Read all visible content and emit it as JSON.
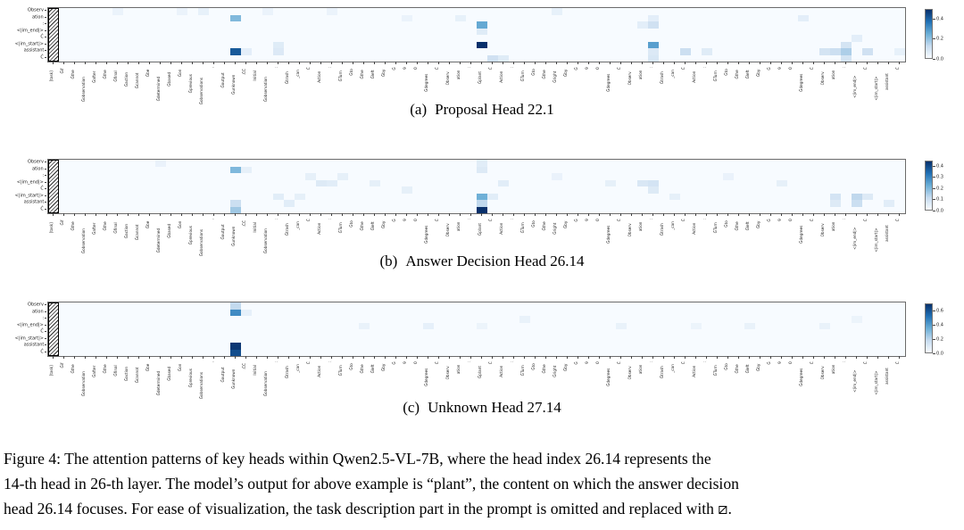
{
  "figure_caption": {
    "lines": [
      "Figure 4: The attention patterns of key heads within Qwen2.5-VL-7B, where the head index 26.14 represents the",
      "14-th head in 26-th layer. The model’s output for above example is “plant”, the content on which the answer decision",
      "head 26.14 focuses. For ease of visualization, the task description part in the prompt is omitted and replaced with ⧄."
    ]
  },
  "axes": {
    "y_labels": [
      "Observ",
      "ation",
      ":",
      "<|im_end|>",
      "Ċ",
      "<|im_start|>",
      "assistant",
      "Ċ"
    ],
    "x_labels": [
      "[task]",
      "Ġif",
      "Ġthe",
      "Ġobservation",
      "Ġafter",
      "Ġthe",
      "Ġfinal",
      "Ġaction",
      "Ġcannot",
      "Ġbe",
      "Ġdetermined",
      "Ġbased",
      "Ġon",
      "Ġprevious",
      "Ġobservations",
      ",",
      "Ġoutput",
      "Ġunknown",
      ".ĊĊ",
      "Initial",
      "Ġobservation",
      ":",
      "Ġtrash",
      "_can",
      "Ċ",
      "Action",
      ":",
      "ĠTurn",
      "Ġto",
      "Ġthe",
      "Ġleft",
      "Ġby",
      "Ġ",
      "9",
      "0",
      "Ġdegrees",
      "Ċ",
      "Observ",
      "ation",
      ":",
      "Ġplant",
      "Ċ",
      "Action",
      ":",
      "ĠTurn",
      "Ġto",
      "Ġthe",
      "Ġright",
      "Ġby",
      "Ġ",
      "9",
      "0",
      "Ġdegrees",
      "Ċ",
      "Observ",
      "ation",
      ":",
      "Ġtrash",
      "_can",
      "Ċ",
      "Action",
      ":",
      "ĠTurn",
      "Ġto",
      "Ġthe",
      "Ġleft",
      "Ġby",
      "Ġ",
      "9",
      "0",
      "Ġdegrees",
      "Ċ",
      "Observ",
      "ation",
      ":",
      "<|im_end|>",
      "Ċ",
      "<|im_start|>",
      "assistant",
      "Ċ"
    ]
  },
  "chart_data": [
    {
      "type": "heatmap",
      "label": "(a)",
      "title": "Proposal Head 22.1",
      "colormap": "Blues",
      "vmax": 0.5,
      "colorbar_ticks": [
        0.4,
        0.2,
        0.0
      ],
      "cells": [
        [
          6,
          0,
          0.03
        ],
        [
          12,
          0,
          0.03
        ],
        [
          14,
          0,
          0.04
        ],
        [
          17,
          1,
          0.22
        ],
        [
          17,
          6,
          0.42
        ],
        [
          18,
          6,
          0.05
        ],
        [
          20,
          0,
          0.03
        ],
        [
          21,
          5,
          0.06
        ],
        [
          21,
          6,
          0.07
        ],
        [
          26,
          0,
          0.03
        ],
        [
          33,
          1,
          0.03
        ],
        [
          38,
          1,
          0.04
        ],
        [
          40,
          2,
          0.26
        ],
        [
          40,
          3,
          0.06
        ],
        [
          40,
          5,
          0.5
        ],
        [
          41,
          7,
          0.1
        ],
        [
          42,
          7,
          0.06
        ],
        [
          47,
          0,
          0.04
        ],
        [
          55,
          2,
          0.05
        ],
        [
          56,
          1,
          0.05
        ],
        [
          56,
          2,
          0.1
        ],
        [
          56,
          5,
          0.28
        ],
        [
          56,
          6,
          0.07
        ],
        [
          56,
          7,
          0.08
        ],
        [
          59,
          6,
          0.11
        ],
        [
          61,
          6,
          0.06
        ],
        [
          70,
          1,
          0.05
        ],
        [
          72,
          6,
          0.09
        ],
        [
          73,
          6,
          0.11
        ],
        [
          74,
          5,
          0.09
        ],
        [
          74,
          6,
          0.16
        ],
        [
          74,
          7,
          0.09
        ],
        [
          75,
          4,
          0.05
        ],
        [
          76,
          6,
          0.1
        ],
        [
          79,
          6,
          0.04
        ]
      ]
    },
    {
      "type": "heatmap",
      "label": "(b)",
      "title": "Answer Decision Head 26.14",
      "colormap": "Blues",
      "vmax": 0.45,
      "colorbar_ticks": [
        0.4,
        0.3,
        0.2,
        0.1,
        0.0
      ],
      "cells": [
        [
          10,
          0,
          0.03
        ],
        [
          17,
          1,
          0.2
        ],
        [
          17,
          6,
          0.1
        ],
        [
          17,
          7,
          0.16
        ],
        [
          18,
          1,
          0.04
        ],
        [
          21,
          5,
          0.05
        ],
        [
          22,
          6,
          0.05
        ],
        [
          23,
          5,
          0.04
        ],
        [
          24,
          2,
          0.04
        ],
        [
          25,
          3,
          0.06
        ],
        [
          26,
          3,
          0.05
        ],
        [
          27,
          2,
          0.04
        ],
        [
          30,
          3,
          0.04
        ],
        [
          33,
          4,
          0.04
        ],
        [
          40,
          0,
          0.05
        ],
        [
          40,
          1,
          0.06
        ],
        [
          40,
          5,
          0.22
        ],
        [
          40,
          6,
          0.12
        ],
        [
          40,
          7,
          0.45
        ],
        [
          41,
          5,
          0.05
        ],
        [
          42,
          3,
          0.05
        ],
        [
          47,
          2,
          0.03
        ],
        [
          52,
          3,
          0.04
        ],
        [
          55,
          3,
          0.07
        ],
        [
          56,
          3,
          0.08
        ],
        [
          56,
          4,
          0.06
        ],
        [
          58,
          5,
          0.04
        ],
        [
          63,
          2,
          0.03
        ],
        [
          68,
          3,
          0.04
        ],
        [
          73,
          5,
          0.08
        ],
        [
          73,
          6,
          0.06
        ],
        [
          75,
          5,
          0.12
        ],
        [
          75,
          6,
          0.1
        ],
        [
          76,
          5,
          0.06
        ],
        [
          78,
          6,
          0.05
        ]
      ]
    },
    {
      "type": "heatmap",
      "label": "(c)",
      "title": "Unknown Head 27.14",
      "colormap": "Blues",
      "vmax": 0.7,
      "colorbar_ticks": [
        0.6,
        0.4,
        0.2,
        0.0
      ],
      "cells": [
        [
          17,
          0,
          0.18
        ],
        [
          17,
          1,
          0.45
        ],
        [
          17,
          6,
          0.68
        ],
        [
          17,
          7,
          0.62
        ],
        [
          18,
          1,
          0.06
        ],
        [
          29,
          3,
          0.05
        ],
        [
          35,
          3,
          0.06
        ],
        [
          40,
          3,
          0.04
        ],
        [
          44,
          2,
          0.05
        ],
        [
          53,
          3,
          0.05
        ],
        [
          60,
          3,
          0.04
        ],
        [
          65,
          3,
          0.05
        ],
        [
          72,
          3,
          0.05
        ],
        [
          75,
          2,
          0.04
        ]
      ]
    }
  ]
}
